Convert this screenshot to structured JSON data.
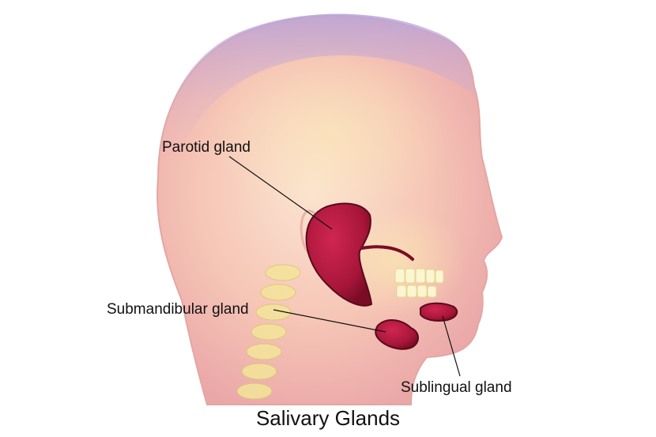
{
  "title": "Salivary Glands",
  "labels": {
    "parotid": "Parotid gland",
    "submandibular": "Submandibular gland",
    "sublingual": "Sublingual gland"
  },
  "colors": {
    "gland": "#b0183c",
    "gland_edge": "#5a0a1c",
    "skin": "#f6c7b8",
    "bone": "#f2e6a0",
    "hair_tint": "#b6a4d8",
    "leader_line": "#111111"
  }
}
